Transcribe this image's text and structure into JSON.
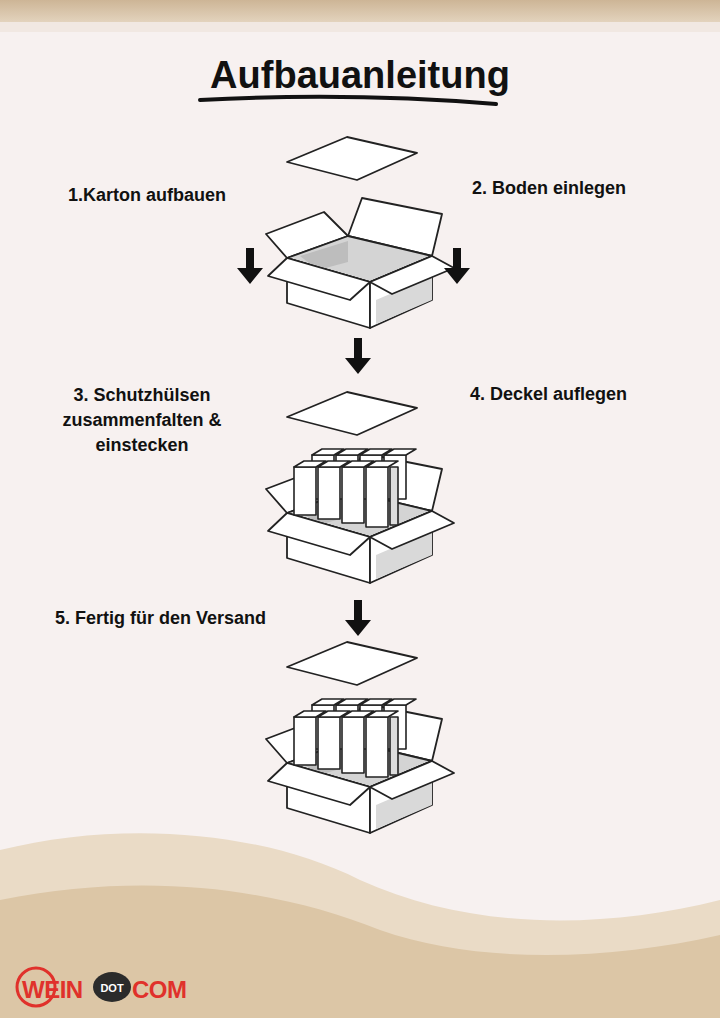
{
  "diagram": {
    "title": "Aufbauanleitung",
    "labels": [
      "1.Karton aufbauen",
      "2. Boden einlegen",
      "3. Schutzhülsen zusammenfalten & einstecken",
      "4. Deckel auflegen",
      "5. Fertig für den Versand",
      "WEIN",
      "DOT",
      "COM"
    ]
  }
}
